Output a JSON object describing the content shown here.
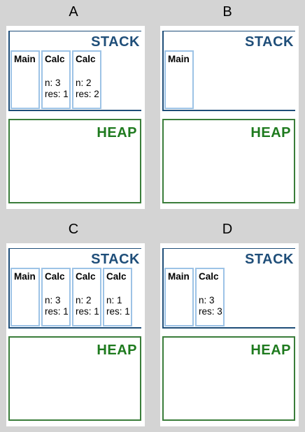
{
  "stack_title": "STACK",
  "heap_title": "HEAP",
  "panels": [
    {
      "label": "A",
      "frames": [
        {
          "name": "Main",
          "vars": []
        },
        {
          "name": "Calc",
          "vars": [
            "n: 3",
            "res: 1"
          ]
        },
        {
          "name": "Calc",
          "vars": [
            "n: 2",
            "res: 2"
          ]
        }
      ]
    },
    {
      "label": "B",
      "frames": [
        {
          "name": "Main",
          "vars": []
        }
      ]
    },
    {
      "label": "C",
      "frames": [
        {
          "name": "Main",
          "vars": []
        },
        {
          "name": "Calc",
          "vars": [
            "n: 3",
            "res: 1"
          ]
        },
        {
          "name": "Calc",
          "vars": [
            "n: 2",
            "res: 1"
          ]
        },
        {
          "name": "Calc",
          "vars": [
            "n: 1",
            "res: 1"
          ]
        }
      ]
    },
    {
      "label": "D",
      "frames": [
        {
          "name": "Main",
          "vars": []
        },
        {
          "name": "Calc",
          "vars": [
            "n: 3",
            "res: 3"
          ]
        }
      ]
    }
  ],
  "colors": {
    "stack": "#1f4e79",
    "heap": "#1e7a1e",
    "frame_border": "#9dc3e6",
    "background": "#d4d4d4"
  }
}
